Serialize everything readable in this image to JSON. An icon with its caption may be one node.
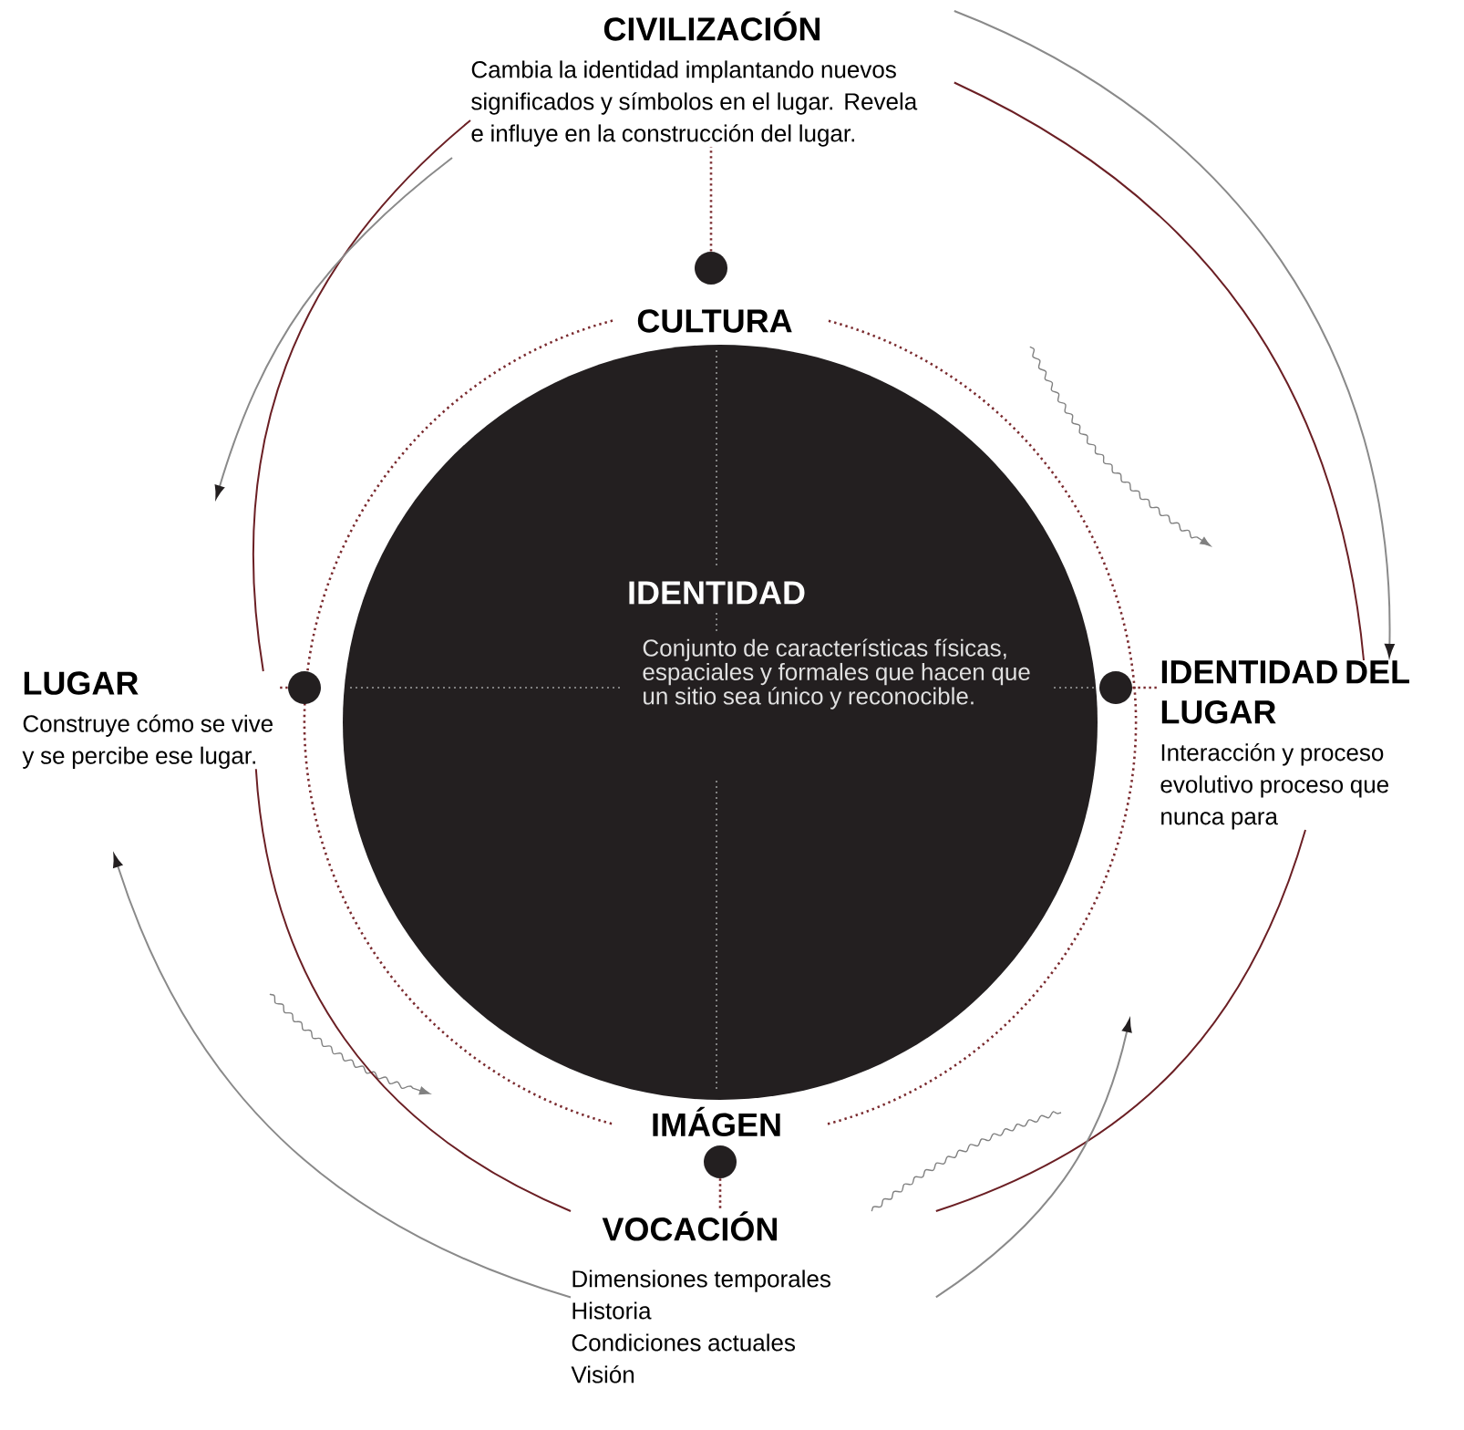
{
  "diagram": {
    "nodes": [
      {
        "text": [
          "IDENTIDAD",
          "Conjunto de características físicas, espaciales y formales que hacen que un sitio sea único y reconocible."
        ]
      },
      {
        "text": [
          "CULTURA"
        ]
      },
      {
        "text": [
          "IMÁGEN"
        ]
      },
      {
        "text": [
          "CIVILIZACIÓN",
          "Cambia la identidad implantando nuevos significados y símbolos en el lugar. Revela e influye en la construcción del lugar."
        ]
      },
      {
        "text": [
          "LUGAR",
          "Construye cómo se vive y se percibe ese lugar."
        ]
      },
      {
        "text": [
          "IDENTIDAD DEL LUGAR",
          "Interacción y proceso evolutivo proceso que nunca para"
        ]
      },
      {
        "text": [
          "VOCACIÓN",
          "Dimensiones temporales",
          "Historia",
          "Condiciones actuales",
          "Visión"
        ]
      },
      {
        "text": [],
        "shape": "circle"
      },
      {
        "text": [],
        "shape": "circle"
      },
      {
        "text": [],
        "shape": "circle"
      },
      {
        "text": [],
        "shape": "circle"
      }
    ],
    "edges": [
      {
        "from": 7,
        "to": 3,
        "arrow": "none",
        "style": "dashed"
      },
      {
        "from": 8,
        "to": 4,
        "arrow": "none",
        "style": "dashed"
      },
      {
        "from": 9,
        "to": 5,
        "arrow": "none",
        "style": "dashed"
      },
      {
        "from": 10,
        "to": 6,
        "arrow": "none",
        "style": "dashed"
      },
      {
        "from": 3,
        "to": 5,
        "arrow": "none"
      },
      {
        "from": 5,
        "to": 6,
        "arrow": "none"
      },
      {
        "from": 6,
        "to": 4,
        "arrow": "none"
      },
      {
        "from": 4,
        "to": 3,
        "arrow": "none"
      },
      {
        "from": 3,
        "to": 5,
        "arrow": "to",
        "color": "#8a8a8a"
      },
      {
        "from": 3,
        "to": null,
        "arrow": "to",
        "color": "#8a8a8a"
      },
      {
        "from": 6,
        "to": 4,
        "arrow": "to",
        "color": "#8a8a8a"
      },
      {
        "from": 6,
        "to": null,
        "arrow": "to",
        "color": "#8a8a8a"
      }
    ]
  }
}
